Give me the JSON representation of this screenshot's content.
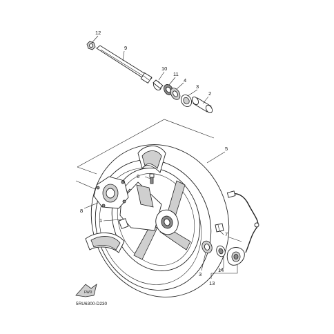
{
  "diagram": {
    "drawing_code": "5RU6300-D230",
    "fwd_label": "FWD",
    "callouts": [
      {
        "id": "c12",
        "label": "12"
      },
      {
        "id": "c9",
        "label": "9"
      },
      {
        "id": "c10",
        "label": "10"
      },
      {
        "id": "c11",
        "label": "11"
      },
      {
        "id": "c4",
        "label": "4"
      },
      {
        "id": "c3a",
        "label": "3"
      },
      {
        "id": "c2",
        "label": "2"
      },
      {
        "id": "c5",
        "label": "5"
      },
      {
        "id": "c6",
        "label": "6"
      },
      {
        "id": "c8",
        "label": "8"
      },
      {
        "id": "c1",
        "label": "1"
      },
      {
        "id": "c7",
        "label": "7"
      },
      {
        "id": "c3b",
        "label": "3"
      },
      {
        "id": "c14",
        "label": "14"
      },
      {
        "id": "c13",
        "label": "13"
      }
    ]
  }
}
